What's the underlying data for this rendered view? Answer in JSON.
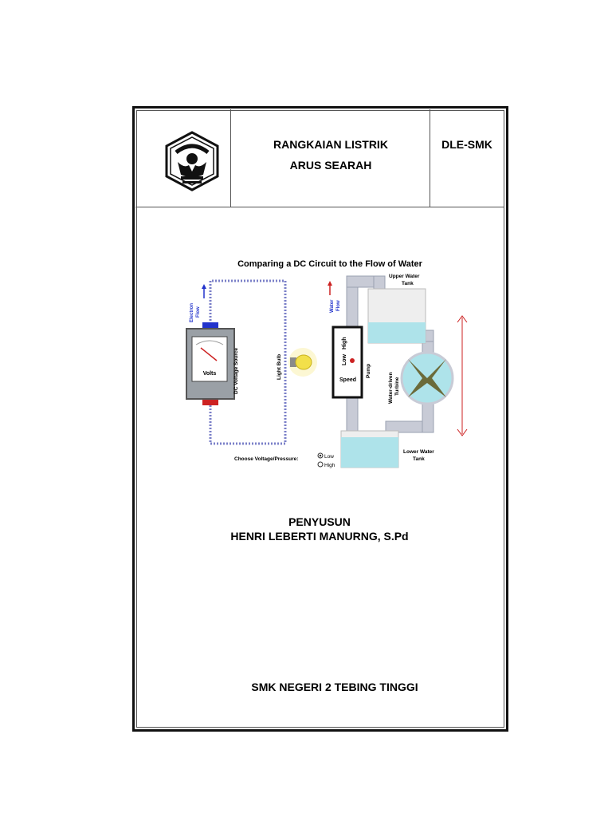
{
  "header": {
    "title_line1": "RANGKAIAN LISTRIK",
    "title_line2": "ARUS SEARAH",
    "code": "DLE-SMK",
    "logo_icon": "tut-wuri-handayani-logo"
  },
  "figure": {
    "title": "Comparing a DC Circuit to the Flow of Water",
    "electron_flow": [
      "Electron",
      "Flow"
    ],
    "dc_source": "DC Voltage Source",
    "volts": "Volts",
    "light_bulb": "Light Bulb",
    "water_flow": [
      "Water",
      "Flow"
    ],
    "upper_tank": [
      "Upper Water",
      "Tank"
    ],
    "lower_tank": [
      "Lower Water",
      "Tank"
    ],
    "pump": "Pump",
    "turbine": [
      "Water-driven",
      "Turbine"
    ],
    "speed_low": "Low",
    "speed_high": "High",
    "speed": "Speed",
    "choose_label": "Choose Voltage/Pressure:",
    "option_low": "Low",
    "option_high": "High",
    "colors": {
      "wire": "#7b80c8",
      "water": "#aee3ea",
      "pipe": "#c8cbd6",
      "negative": "#2233cc",
      "positive": "#cc2222",
      "bulb": "#f2e04a"
    }
  },
  "author": {
    "label": "PENYUSUN",
    "name": "HENRI LEBERTI MANURNG, S.Pd"
  },
  "school": "SMK NEGERI 2 TEBING TINGGI"
}
